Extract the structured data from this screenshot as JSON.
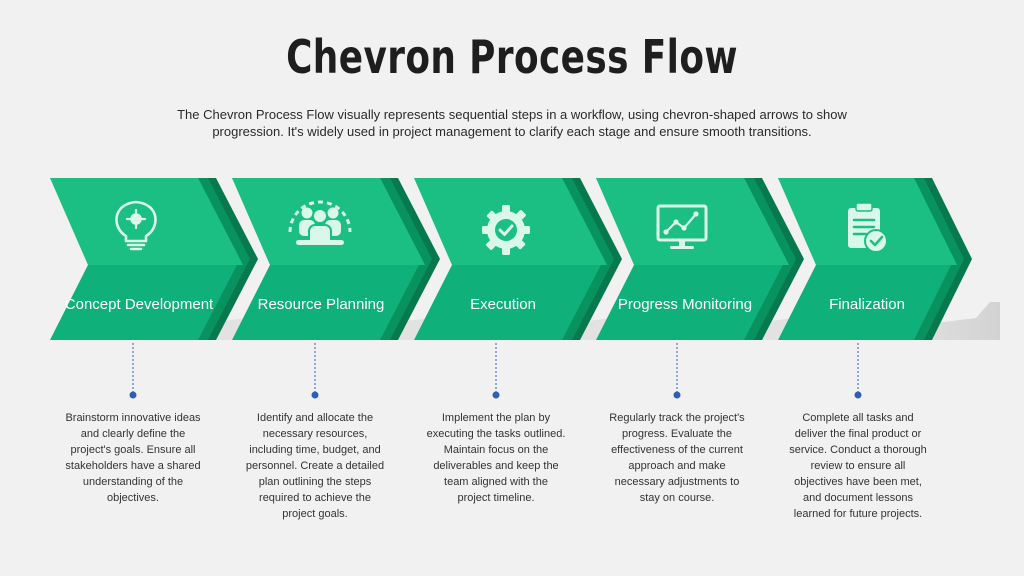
{
  "header": {
    "title": "Chevron Process Flow",
    "subtitle": "The Chevron Process Flow visually represents sequential steps in a workflow, using chevron-shaped arrows to show progression. It's widely used in project management to clarify each stage and ensure smooth transitions."
  },
  "steps": [
    {
      "label": "Concept Development",
      "icon": "lightbulb-gear-icon",
      "description": "Brainstorm innovative ideas and clearly define the project's goals. Ensure all stakeholders have a shared understanding of the objectives."
    },
    {
      "label": "Resource Planning",
      "icon": "team-gear-icon",
      "description": "Identify and allocate the necessary resources, including time, budget, and personnel. Create a detailed plan outlining the steps required to achieve the project goals."
    },
    {
      "label": "Execution",
      "icon": "gear-check-icon",
      "description": "Implement the plan by executing the tasks outlined. Maintain focus on the deliverables and keep the team aligned with the project timeline."
    },
    {
      "label": "Progress Monitoring",
      "icon": "monitor-chart-icon",
      "description": "Regularly track the project's progress. Evaluate the effectiveness of the current approach and make necessary adjustments to stay on course."
    },
    {
      "label": "Finalization",
      "icon": "clipboard-check-icon",
      "description": "Complete all tasks and deliver the final product or service. Conduct a thorough review to ensure all objectives have been met, and document lessons learned for future projects."
    }
  ],
  "colors": {
    "chevron_top": "#1bbf83",
    "chevron_bottom": "#0fb07a",
    "chevron_edge": "#08925f",
    "chevron_edge_dark": "#067a4e",
    "icon": "#d9f7ea",
    "connector": "#2f5fb3",
    "background": "#f1f1f1"
  }
}
